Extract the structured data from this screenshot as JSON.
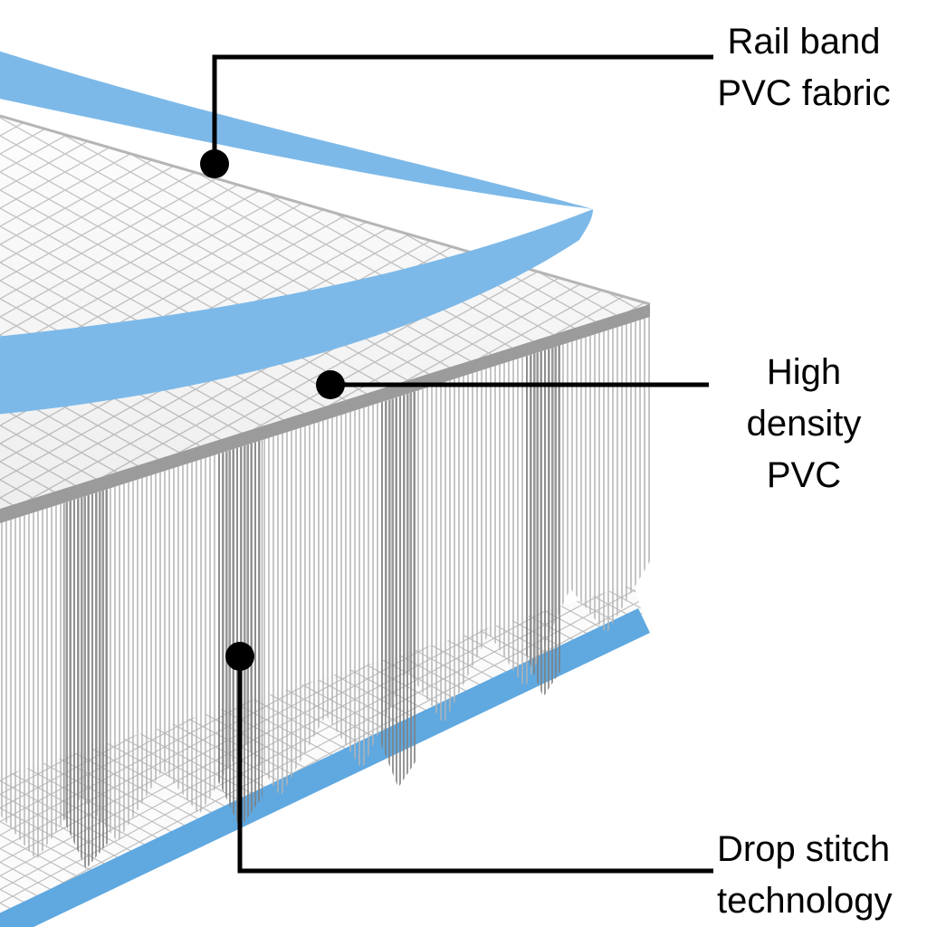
{
  "callouts": [
    {
      "line1": "Rail band",
      "line2": "PVC fabric"
    },
    {
      "line1": "High density",
      "line2": "PVC"
    },
    {
      "line1": "Drop stitch",
      "line2": "technology"
    }
  ],
  "colors": {
    "background": "#ffffff",
    "rail_band_blue": "#7db9e8",
    "bottom_band_blue": "#5fa8e0",
    "mesh_line_gray": "#c6c6c6",
    "bottom_mesh_line_gray": "#bdbdbd",
    "front_edge_gray": "#9b9b9b",
    "back_edge_gray": "#b5b5b5",
    "thread_gray": "#b3b3b3",
    "thread_dark_gray": "#7f7f7f",
    "callout_black": "#000000"
  }
}
